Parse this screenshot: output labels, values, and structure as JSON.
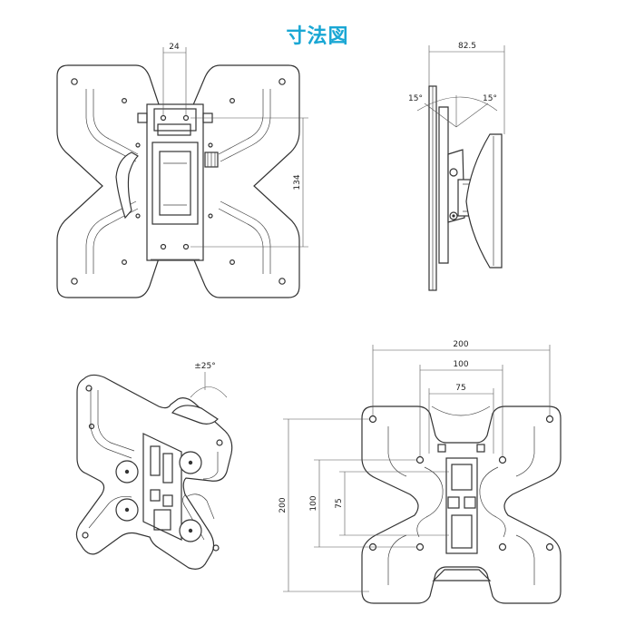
{
  "title": "寸法図",
  "views": {
    "front": {
      "dim_top": "24",
      "dim_right": "134"
    },
    "side": {
      "dim_top": "82.5",
      "angle_left": "15°",
      "angle_right": "15°"
    },
    "iso": {
      "swivel": "±25°"
    },
    "back": {
      "dim_w1": "200",
      "dim_w2": "100",
      "dim_w3": "75",
      "dim_h1": "200",
      "dim_h2": "100",
      "dim_h3": "75"
    }
  }
}
